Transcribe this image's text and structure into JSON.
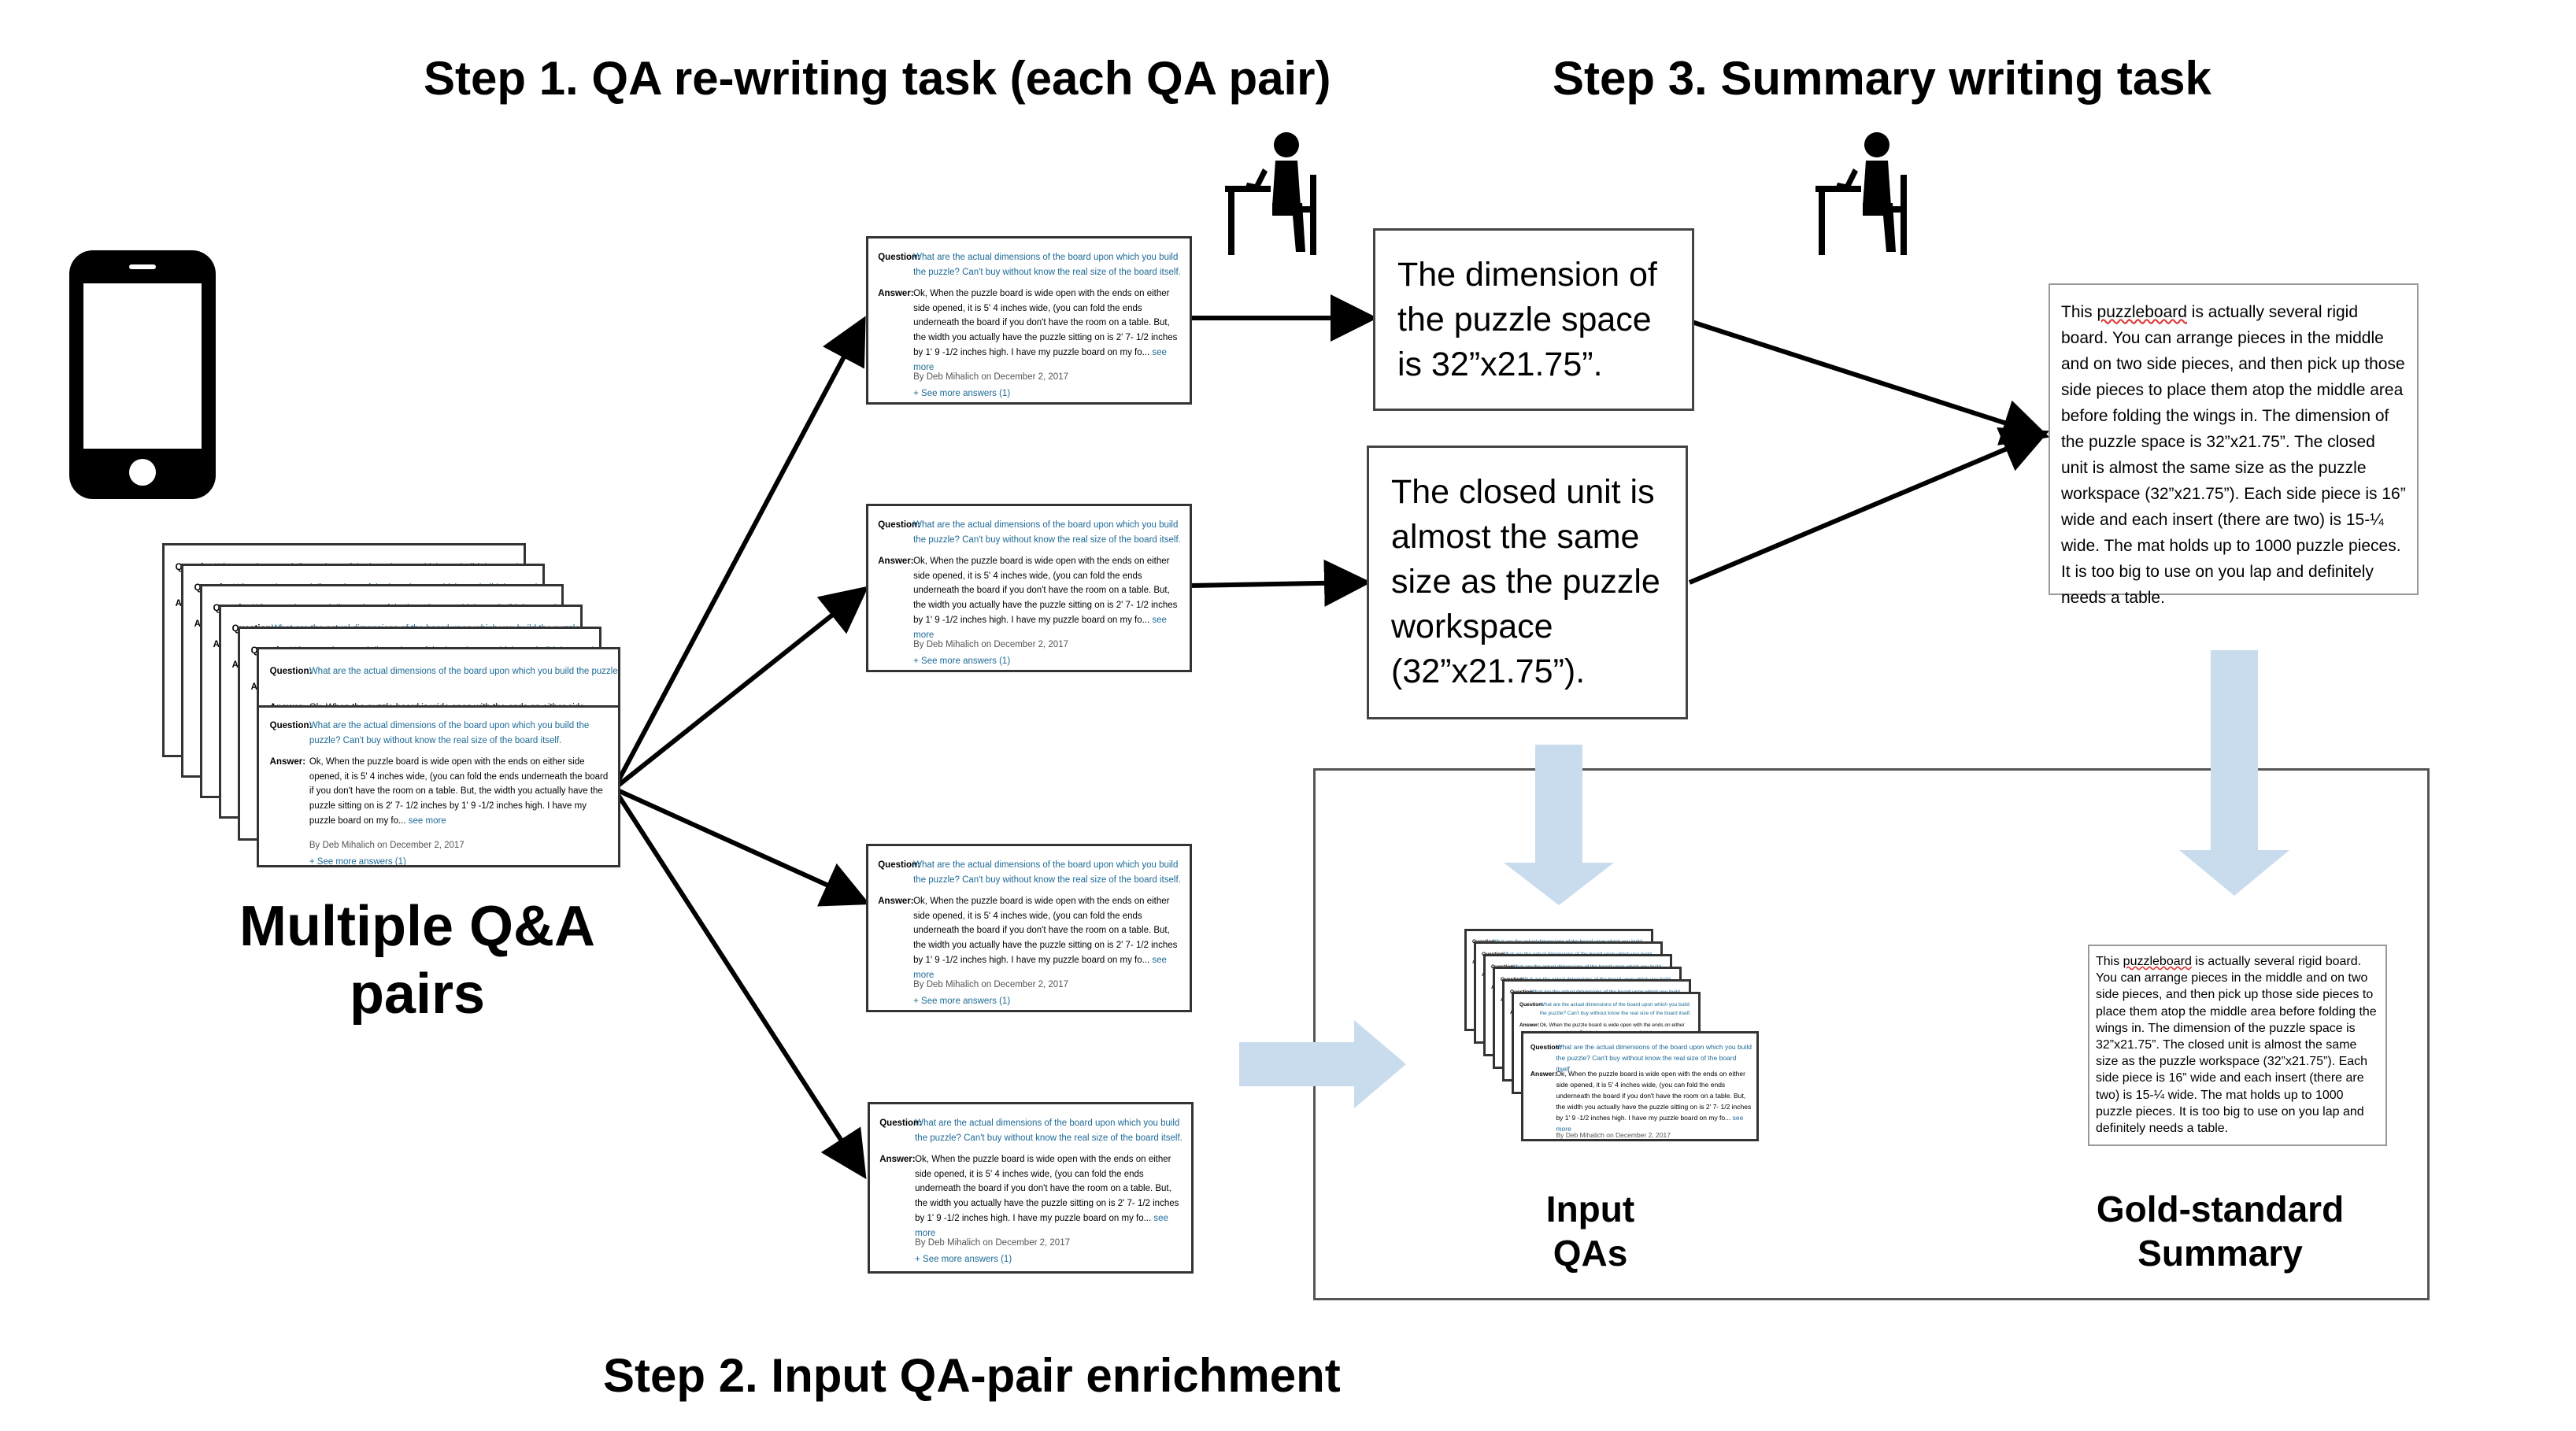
{
  "headings": {
    "step1": "Step 1. QA re-writing task (each QA pair)",
    "step2": "Step 2. Input QA-pair enrichment",
    "step3": "Step 3. Summary writing task"
  },
  "labels": {
    "multiple_qa_line1": "Multiple Q&A",
    "multiple_qa_line2": "pairs",
    "input_qas_line1": "Input",
    "input_qas_line2": "QAs",
    "gold_line1": "Gold-standard",
    "gold_line2": "Summary"
  },
  "qa_card": {
    "question_label": "Question:",
    "question_text": "What are the actual dimensions of the board upon which you build the puzzle? Can't buy without know the real size of the board itself.",
    "answer_label": "Answer:",
    "answer_text": "Ok, When the puzzle board is wide open with the ends on either side opened, it is 5' 4 inches wide, (you can fold the ends underneath the board if you don't have the room on a table. But, the width you actually have the puzzle sitting on is 2' 7- 1/2 inches by 1' 9 -1/2 inches high. I have my puzzle board on my fo...",
    "see_more": "see more",
    "byline": "By Deb Mihalich on December 2, 2017",
    "more_answers": "+ See more answers (1)"
  },
  "sentences": {
    "first": "The dimension of the puzzle space is 32”x21.75”.",
    "second": "The closed unit is almost the same size as the puzzle workspace (32”x21.75”)."
  },
  "summary": {
    "underlined_word": "puzzleboard",
    "before": "This ",
    "after": " is actually several rigid board. You can arrange pieces in the middle and on two side pieces, and then pick up those side pieces to place them atop the middle area before folding the wings in. The dimension of the puzzle space is 32”x21.75”. The closed unit is almost the same size as the puzzle workspace (32”x21.75”). Each side piece is 16” wide and each insert (there are two) is 15-¼ wide. The mat holds up to 1000 puzzle pieces. It is too big to use on you lap and definitely needs a table."
  },
  "colors": {
    "arrow": "#000000",
    "flow_arrow": "#c9dcee",
    "link_blue": "#1d6a96"
  },
  "icons": [
    "smartphone-icon",
    "writer-at-desk-icon"
  ]
}
